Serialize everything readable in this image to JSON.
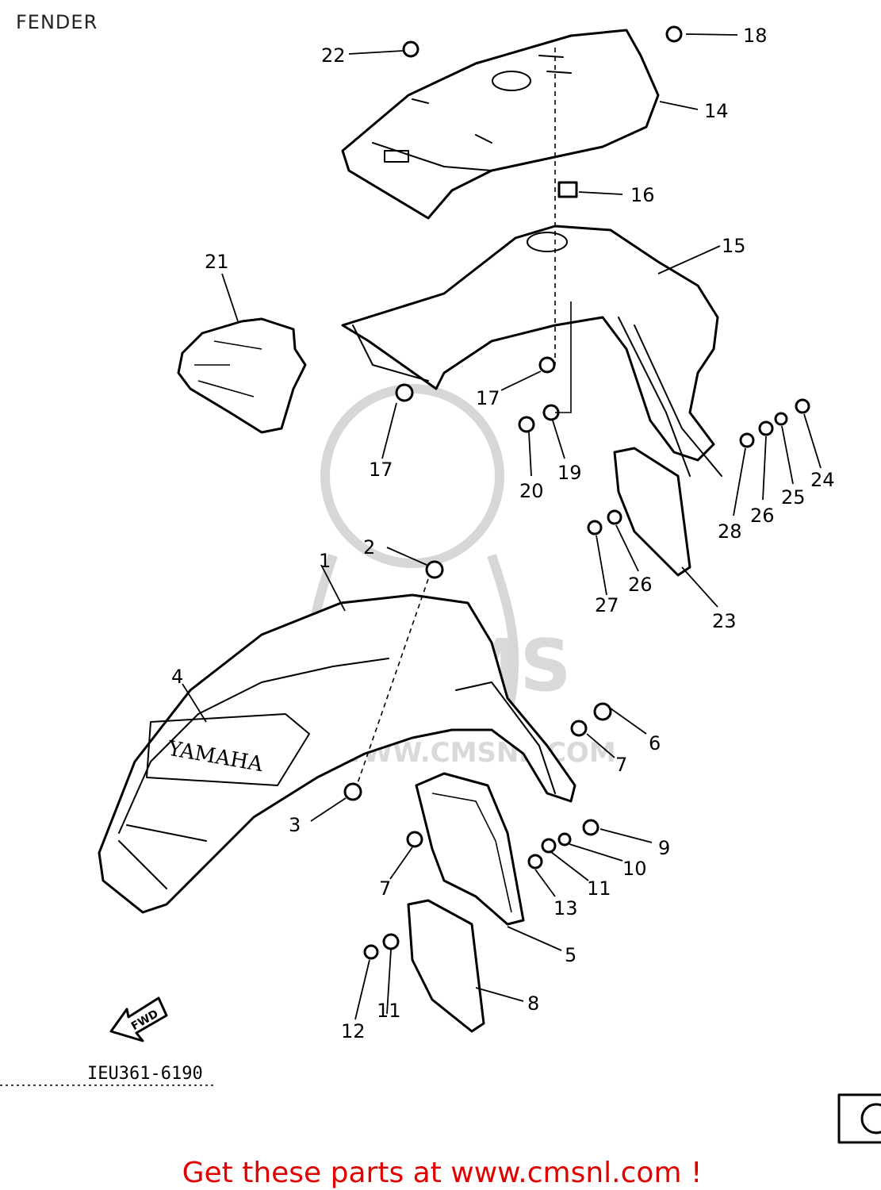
{
  "page": {
    "title": "FENDER",
    "footer_text": "Get these parts at www.cmsnl.com !",
    "diagram_code": "IEU361-6190",
    "decal_text": "YAMAHA",
    "fwd_text": "FWD",
    "watermark_text": "CMS",
    "watermark_url": "WWW.CMSNL.COM"
  },
  "callouts": [
    {
      "id": "1",
      "label": "1"
    },
    {
      "id": "2",
      "label": "2"
    },
    {
      "id": "3",
      "label": "3"
    },
    {
      "id": "4",
      "label": "4"
    },
    {
      "id": "5",
      "label": "5"
    },
    {
      "id": "6",
      "label": "6"
    },
    {
      "id": "7a",
      "label": "7"
    },
    {
      "id": "7b",
      "label": "7"
    },
    {
      "id": "8",
      "label": "8"
    },
    {
      "id": "9",
      "label": "9"
    },
    {
      "id": "10",
      "label": "10"
    },
    {
      "id": "11a",
      "label": "11"
    },
    {
      "id": "11b",
      "label": "11"
    },
    {
      "id": "12",
      "label": "12"
    },
    {
      "id": "13",
      "label": "13"
    },
    {
      "id": "14",
      "label": "14"
    },
    {
      "id": "15",
      "label": "15"
    },
    {
      "id": "16",
      "label": "16"
    },
    {
      "id": "17a",
      "label": "17"
    },
    {
      "id": "17b",
      "label": "17"
    },
    {
      "id": "18",
      "label": "18"
    },
    {
      "id": "19",
      "label": "19"
    },
    {
      "id": "20",
      "label": "20"
    },
    {
      "id": "21",
      "label": "21"
    },
    {
      "id": "22",
      "label": "22"
    },
    {
      "id": "23",
      "label": "23"
    },
    {
      "id": "24",
      "label": "24"
    },
    {
      "id": "25",
      "label": "25"
    },
    {
      "id": "26a",
      "label": "26"
    },
    {
      "id": "26b",
      "label": "26"
    },
    {
      "id": "27",
      "label": "27"
    },
    {
      "id": "28",
      "label": "28"
    }
  ],
  "colors": {
    "footer": "#e00000",
    "line": "#000000",
    "watermark": "#d7d7d7"
  }
}
